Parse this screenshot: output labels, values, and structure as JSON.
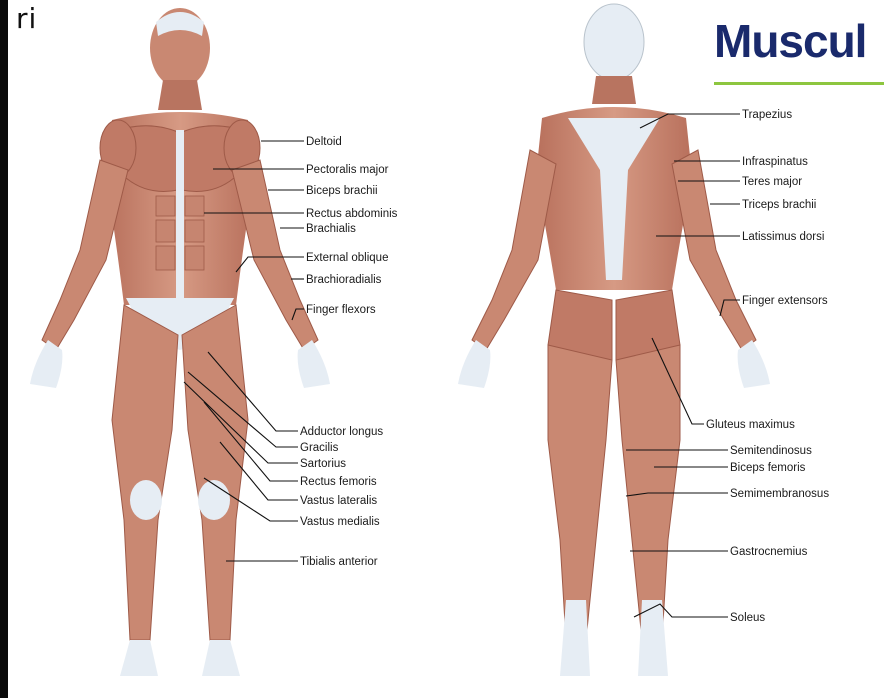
{
  "corner_text": "ri",
  "title": "Muscul",
  "colors": {
    "muscle": "#c98872",
    "muscle_dark": "#a9624f",
    "tendon": "#e6edf4",
    "title": "#1a2a6c",
    "rule": "#8dc63f"
  },
  "front_labels": {
    "deltoid": "Deltoid",
    "pectoralis": "Pectoralis major",
    "biceps": "Biceps brachii",
    "rectus": "Rectus abdominis",
    "brachialis": "Brachialis",
    "oblique": "External oblique",
    "brachioradialis": "Brachioradialis",
    "finger_flexors": "Finger flexors",
    "adductor": "Adductor longus",
    "gracilis": "Gracilis",
    "sartorius": "Sartorius",
    "rectus_femoris": "Rectus femoris",
    "vastus_lateralis": "Vastus lateralis",
    "vastus_medialis": "Vastus medialis",
    "tibialis": "Tibialis anterior"
  },
  "back_labels": {
    "trapezius": "Trapezius",
    "infraspinatus": "Infraspinatus",
    "teres": "Teres major",
    "triceps": "Triceps brachii",
    "latissimus": "Latissimus dorsi",
    "finger_extensors": "Finger extensors",
    "gluteus": "Gluteus maximus",
    "semitendinosus": "Semitendinosus",
    "biceps_femoris": "Biceps femoris",
    "semimembranosus": "Semimembranosus",
    "gastrocnemius": "Gastrocnemius",
    "soleus": "Soleus"
  }
}
